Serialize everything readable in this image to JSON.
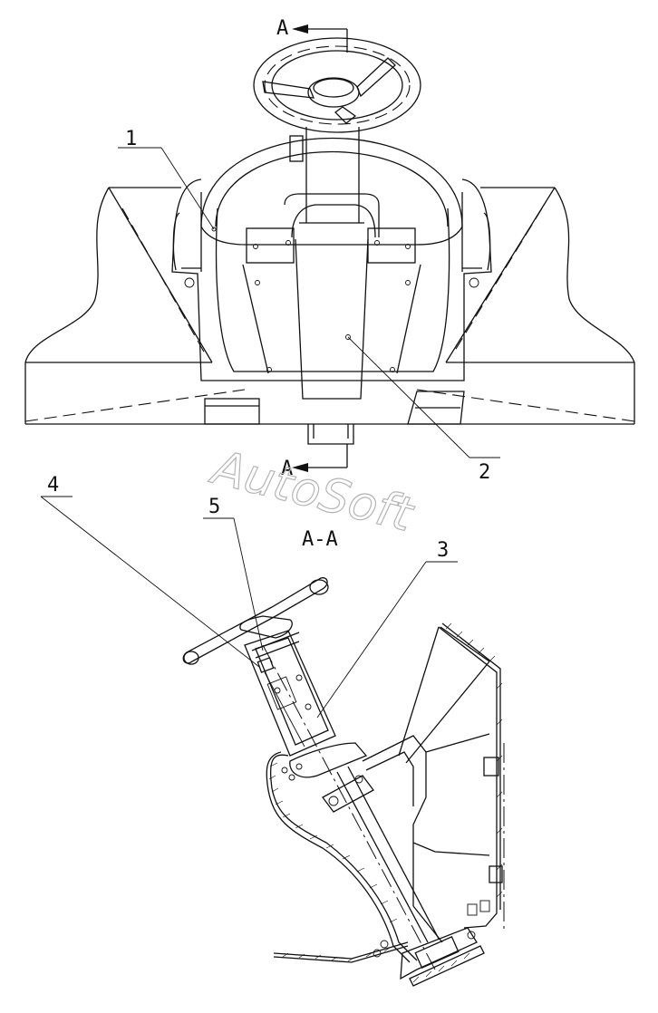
{
  "figure": {
    "callouts": [
      {
        "id": "1",
        "label": "1"
      },
      {
        "id": "2",
        "label": "2"
      },
      {
        "id": "3",
        "label": "3"
      },
      {
        "id": "4",
        "label": "4"
      },
      {
        "id": "5",
        "label": "5"
      }
    ],
    "section_markers": {
      "top": "A",
      "bottom": "A"
    },
    "section_title": "A-A",
    "watermark": "AutoSoft"
  }
}
